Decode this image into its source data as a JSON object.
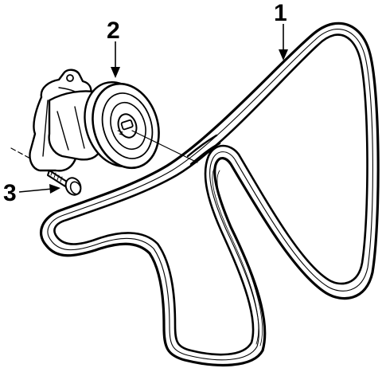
{
  "diagram": {
    "callouts": [
      {
        "label": "1",
        "part": "serpentine-belt"
      },
      {
        "label": "2",
        "part": "belt-tensioner"
      },
      {
        "label": "3",
        "part": "tensioner-bolt"
      }
    ],
    "line_color": "#000000",
    "background": "#ffffff"
  }
}
